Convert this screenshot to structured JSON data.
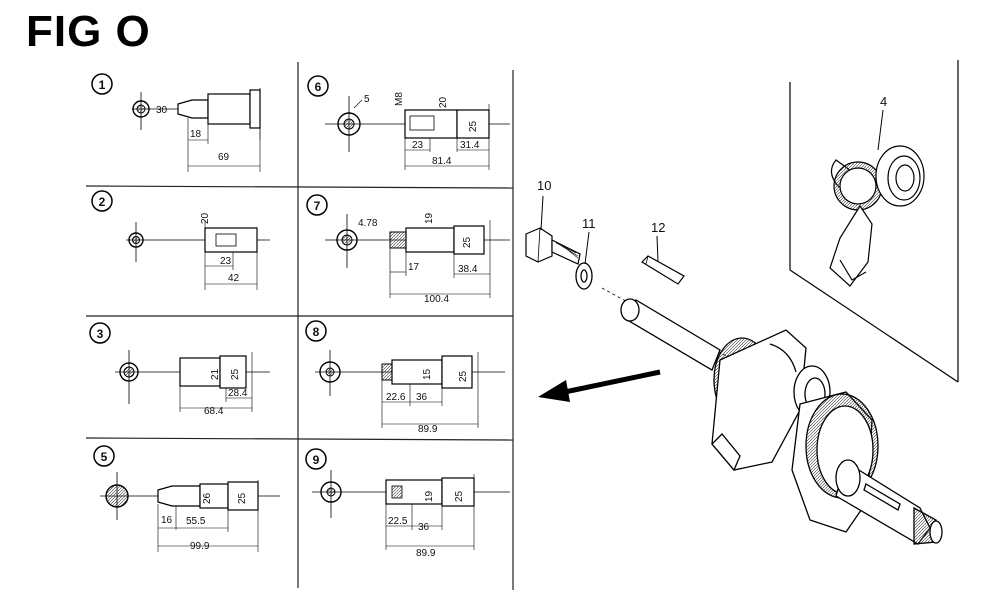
{
  "title": "FIG O",
  "panels": [
    {
      "id": "1",
      "dims": {
        "a": "30",
        "b": "18",
        "c": "69"
      }
    },
    {
      "id": "2",
      "dims": {
        "v": "20",
        "a": "23",
        "b": "42"
      }
    },
    {
      "id": "3",
      "dims": {
        "v1": "21",
        "v2": "25",
        "a": "28.4",
        "b": "68.4"
      }
    },
    {
      "id": "5",
      "dims": {
        "v1": "26",
        "v2": "25",
        "a": "16",
        "b": "55.5",
        "c": "99.9"
      }
    },
    {
      "id": "6",
      "dims": {
        "a": "5",
        "thread": "M8",
        "v1": "20",
        "v2": "25",
        "b": "23",
        "c": "31.4",
        "d": "81.4"
      }
    },
    {
      "id": "7",
      "dims": {
        "a": "4.78",
        "v1": "19",
        "v2": "25",
        "b": "17",
        "c": "38.4",
        "d": "100.4"
      }
    },
    {
      "id": "8",
      "dims": {
        "v1": "15",
        "v2": "25",
        "a": "22.6",
        "b": "36",
        "c": "89.9"
      }
    },
    {
      "id": "9",
      "dims": {
        "v1": "19",
        "v2": "25",
        "a": "22.5",
        "b": "36",
        "c": "89.9"
      }
    }
  ],
  "callouts": {
    "p4": "4",
    "p10": "10",
    "p11": "11",
    "p12": "12"
  }
}
